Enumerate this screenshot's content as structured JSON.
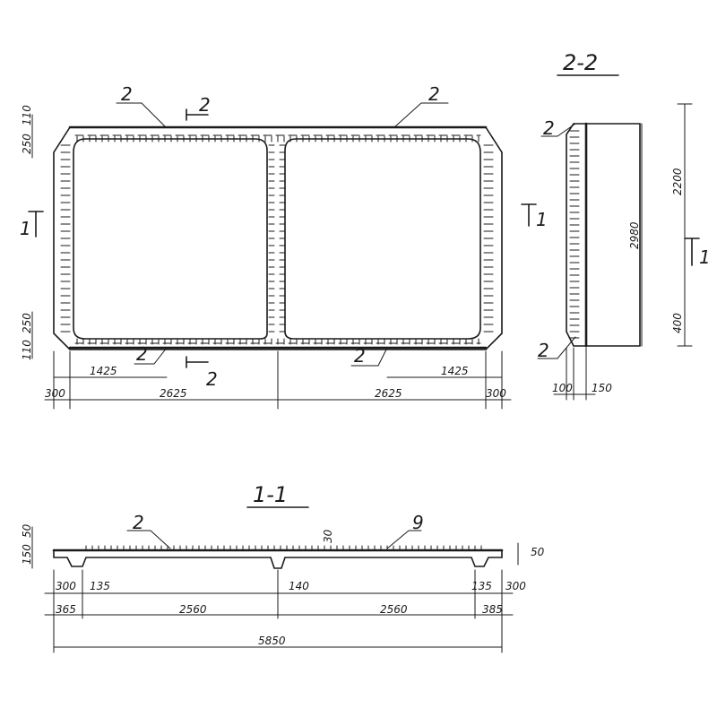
{
  "title_plan": "",
  "labels": {
    "leader_2": "2",
    "leader_9": "9",
    "section_mark_1": "1",
    "section_mark_2": "2",
    "section_2_2": "2-2",
    "section_1_1": "1-1"
  },
  "plan_dims": {
    "left_top_110": "110",
    "left_top_250": "250",
    "left_bot_250": "250",
    "left_bot_110": "110",
    "inner_left_1425": "1425",
    "inner_right_1425": "1425",
    "bay_left_2625": "2625",
    "bay_right_2625": "2625",
    "edge_left_300": "300",
    "edge_right_300": "300"
  },
  "side_dims": {
    "height_2980": "2980",
    "base_100": "100",
    "base_150": "150",
    "right_dim_top": "2200",
    "right_dim_bot": "400"
  },
  "section_dims": {
    "left_150": "150",
    "left_50": "50",
    "rib_30": "30",
    "right_50": "50",
    "left_300": "300",
    "left_135": "135",
    "mid_140": "140",
    "right_135": "135",
    "right_300": "300",
    "left_365": "365",
    "bay_left_2560": "2560",
    "bay_right_2560": "2560",
    "right_385": "385",
    "total_5850": "5850"
  },
  "colors": {
    "ink": "#1a1a1a",
    "paper": "#ffffff"
  }
}
